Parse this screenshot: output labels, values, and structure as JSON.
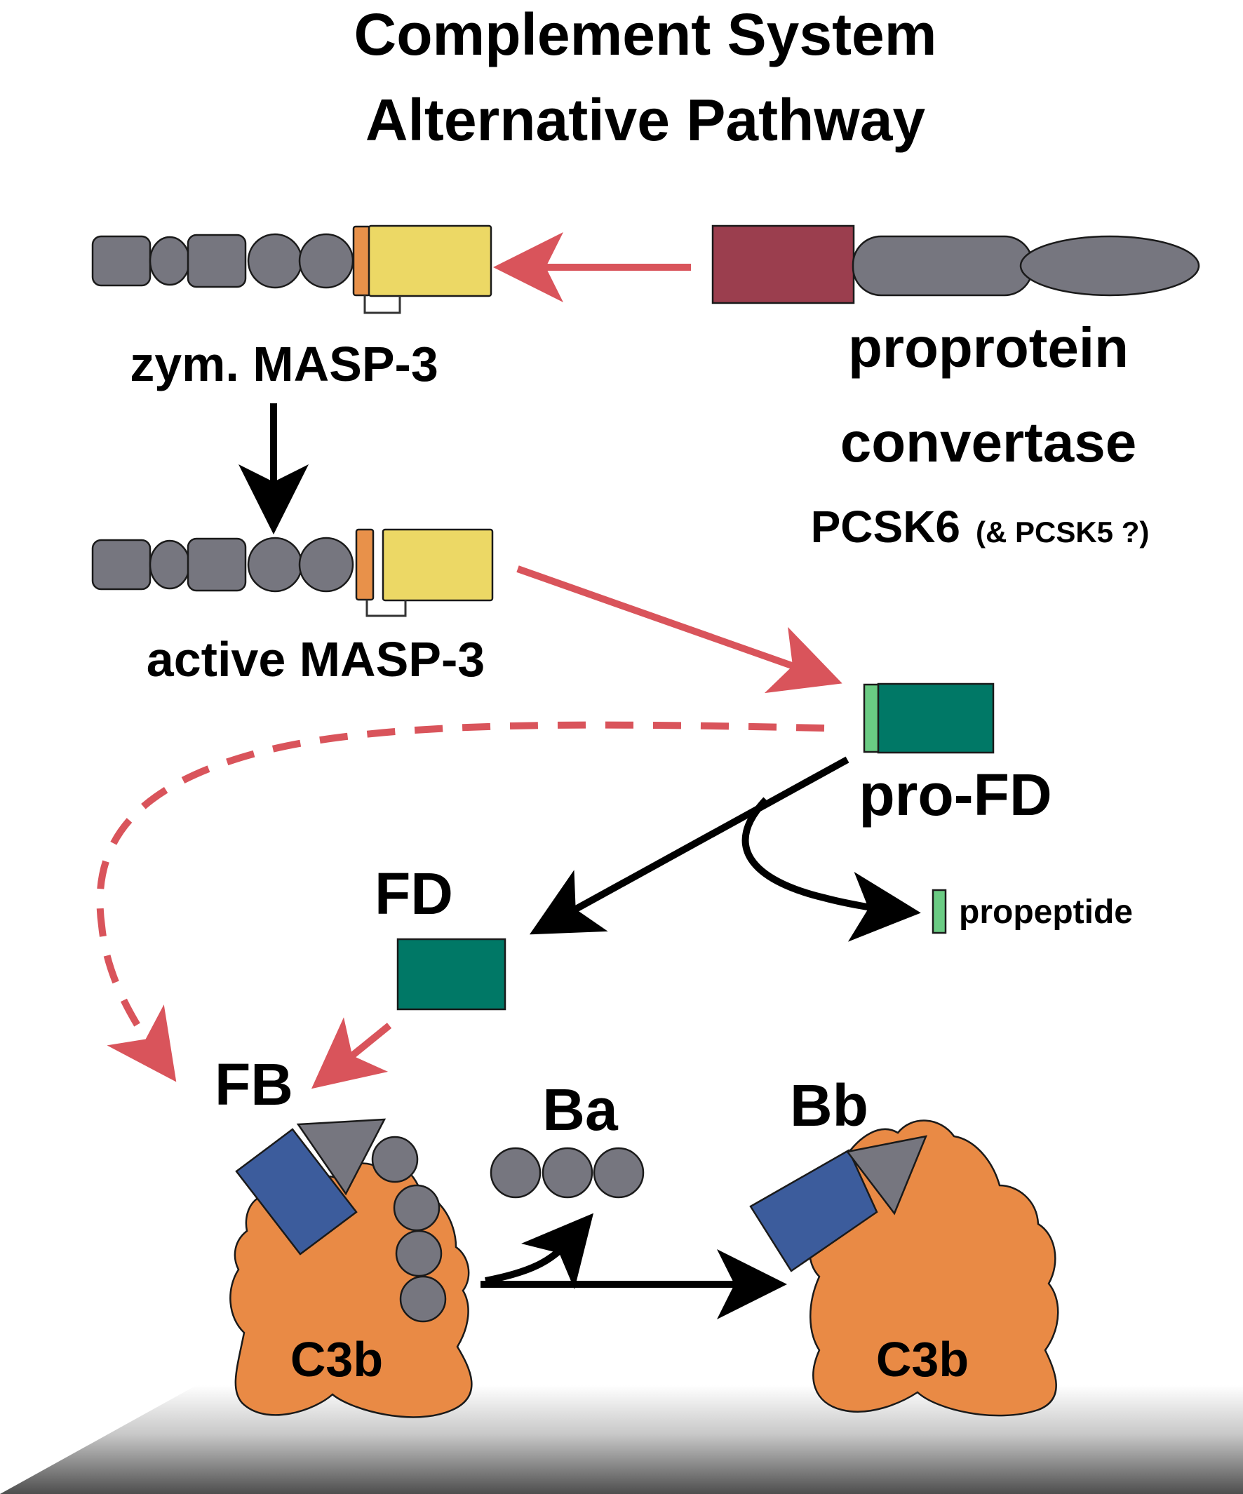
{
  "title": {
    "line1": "Complement System",
    "line2": "Alternative Pathway"
  },
  "labels": {
    "zymogen_masp3": "zym. MASP-3",
    "active_masp3": "active MASP-3",
    "proprotein_line1": "proprotein",
    "proprotein_line2": "convertase",
    "pcsk6": "PCSK6",
    "pcsk5": "(& PCSK5 ?)",
    "pro_fd": "pro-FD",
    "fd": "FD",
    "propeptide": "propeptide",
    "fb": "FB",
    "ba": "Ba",
    "bb": "Bb",
    "c3b_left": "C3b",
    "c3b_right": "C3b"
  },
  "colors": {
    "gray_domain": "#76767f",
    "serine_protease": "#ecd865",
    "activation_peptide": "#e8914a",
    "convertase_catalytic": "#9b3e4e",
    "factor_d": "#007866",
    "fd_propeptide": "#6acb83",
    "fb_vwa_domain": "#3c5c9c",
    "c3b": "#e98a45",
    "red_arrow": "#d9545b",
    "black_arrow": "#000000"
  }
}
